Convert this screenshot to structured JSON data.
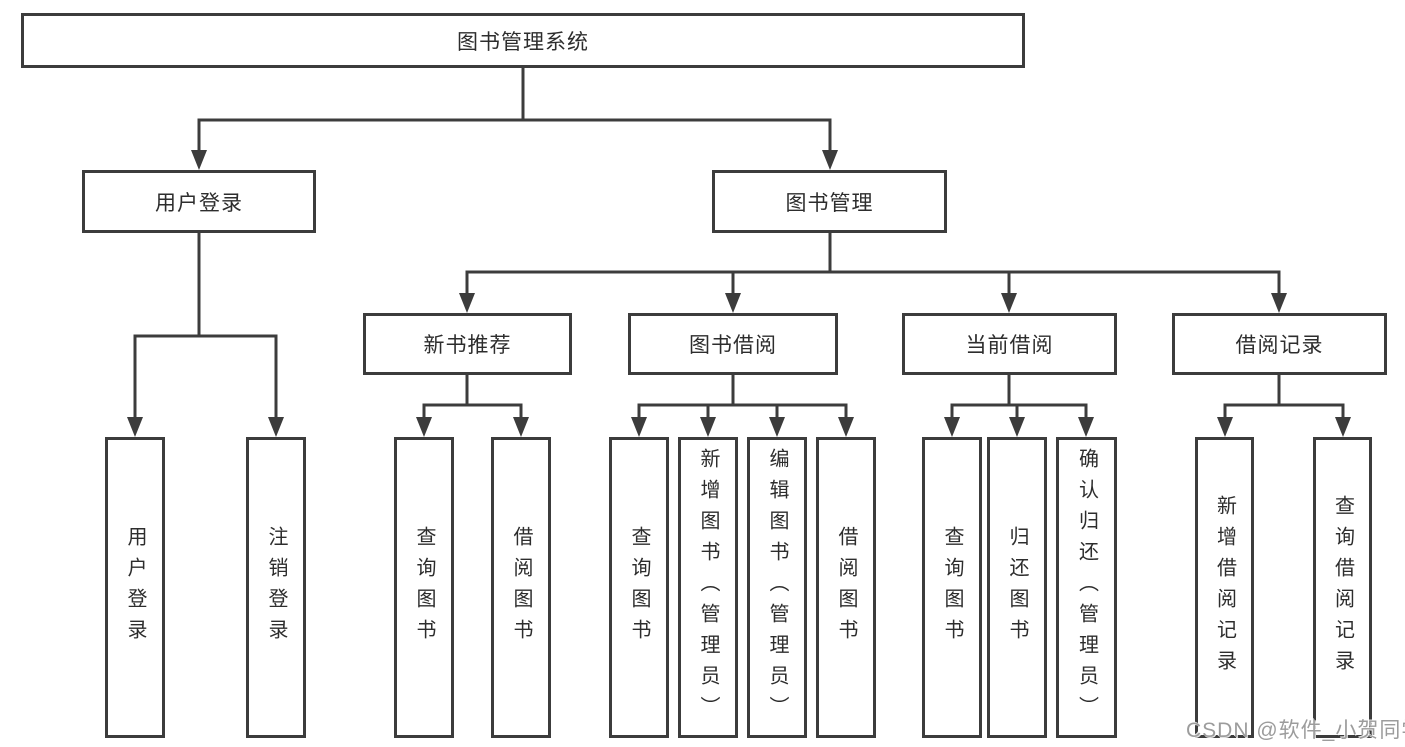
{
  "diagram": {
    "root": "图书管理系统",
    "level2": [
      "用户登录",
      "图书管理"
    ],
    "level3": [
      "新书推荐",
      "图书借阅",
      "当前借阅",
      "借阅记录"
    ],
    "leaves": {
      "user_login": [
        "用户登录",
        "注销登录"
      ],
      "new_books": [
        "查询图书",
        "借阅图书"
      ],
      "book_borrowing": [
        "查询图书",
        "新增图书（管理员）",
        "编辑图书（管理员）",
        "借阅图书"
      ],
      "current_borrowing": [
        "查询图书",
        "归还图书",
        "确认归还（管理员）"
      ],
      "borrowing_records": [
        "新增借阅记录",
        "查询借阅记录"
      ]
    }
  },
  "watermark": "CSDN @软件_小贺同学",
  "colors": {
    "line": "#3c3c3c",
    "box_border": "#3c3c3c",
    "text": "#2d2d2d",
    "watermark_text": "#9c9c9c",
    "background": "#ffffff"
  }
}
